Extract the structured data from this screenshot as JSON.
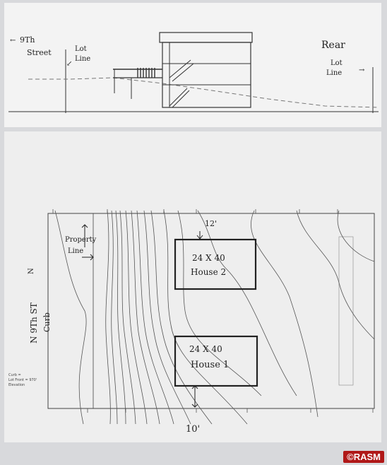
{
  "elevation": {
    "street_label_1": "9Th",
    "street_label_2": "Street",
    "lot_line_1": "Lot",
    "lot_line_2": "Line",
    "rear_label": "Rear",
    "rear_lot_1": "Lot",
    "rear_lot_2": "Line"
  },
  "site_plan": {
    "property_line_1": "Property",
    "property_line_2": "Line",
    "curb_1": "N 9Th ST",
    "curb_2": "Curb",
    "north_marker": "N",
    "dim_top": "12'",
    "dim_bottom": "10'",
    "house2_size": "24 X 40",
    "house2_name": "House 2",
    "house1_size": "24 X 40",
    "house1_name": "House 1",
    "legend_1": "Curb =",
    "legend_2": "Lot Front = 970'",
    "legend_3": "Elevation"
  },
  "watermark": "©RASM",
  "colors": {
    "paper": "#f1f1f1",
    "ink": "#333333",
    "watermark_bg": "#b01818"
  }
}
